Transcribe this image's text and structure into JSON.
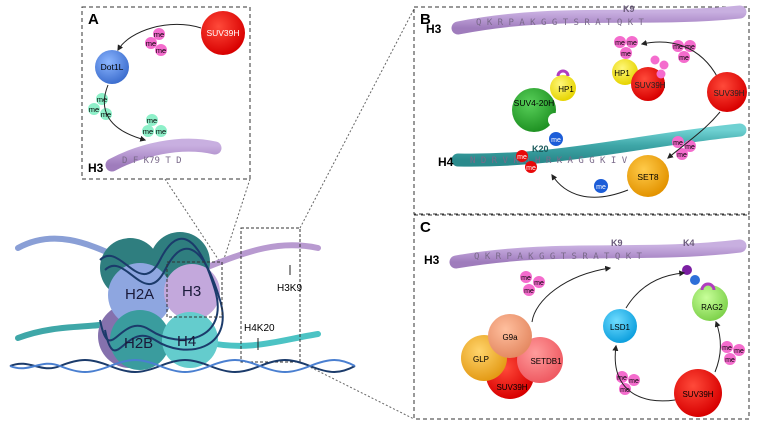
{
  "panels": {
    "a": {
      "label": "A",
      "h3": "H3",
      "sequence": "D F K79 T D",
      "enzymes": {
        "dot1l": "Dot1L",
        "suv39h": "SUV39H"
      },
      "me": "me"
    },
    "b": {
      "label": "B",
      "h3": "H3",
      "h4": "H4",
      "h3_sequence": "Q K R P A K G G T S R A T Q K T",
      "h3_site": "K9",
      "h4_sequence": "N D R V K20 H R K A G G K I V",
      "h4_site": "K20",
      "enzymes": {
        "suv420h": "SUV4-20H",
        "hp1a": "HP1",
        "hp1b": "HP1",
        "suv39h_a": "SUV39H",
        "suv39h_b": "SUV39H",
        "set8": "SET8"
      },
      "me": "me"
    },
    "c": {
      "label": "C",
      "h3": "H3",
      "h3_sequence": "Q K R P A K G G T S R A T Q K T",
      "h3_site_k9": "K9",
      "h3_site_k4": "K4",
      "enzymes": {
        "g9a": "G9a",
        "glp": "GLP",
        "setdb1": "SETDB1",
        "suv39h_a": "SUV39H",
        "suv39h_b": "SUV39H",
        "lsd1": "LSD1",
        "rag2": "RAG2"
      },
      "me": "me"
    }
  },
  "nucleosome": {
    "h2a": "H2A",
    "h2b": "H2B",
    "h3": "H3",
    "h4": "H4",
    "h3k9": "H3K9",
    "h4k20": "H4K20"
  },
  "colors": {
    "red": "#e8090a",
    "blue": "#5b8de0",
    "mint": "#8ef0c9",
    "pink": "#f26bd0",
    "purple": "#b89ad0",
    "teal": "#3fa7a8",
    "yellow": "#f2e52c",
    "green": "#38b23a",
    "orange": "#f0a416",
    "cyan": "#18b8f0",
    "lightgreen": "#9fe86c",
    "salmon": "#f08c7a",
    "coral": "#f26a70",
    "gold": "#f4b83c"
  }
}
